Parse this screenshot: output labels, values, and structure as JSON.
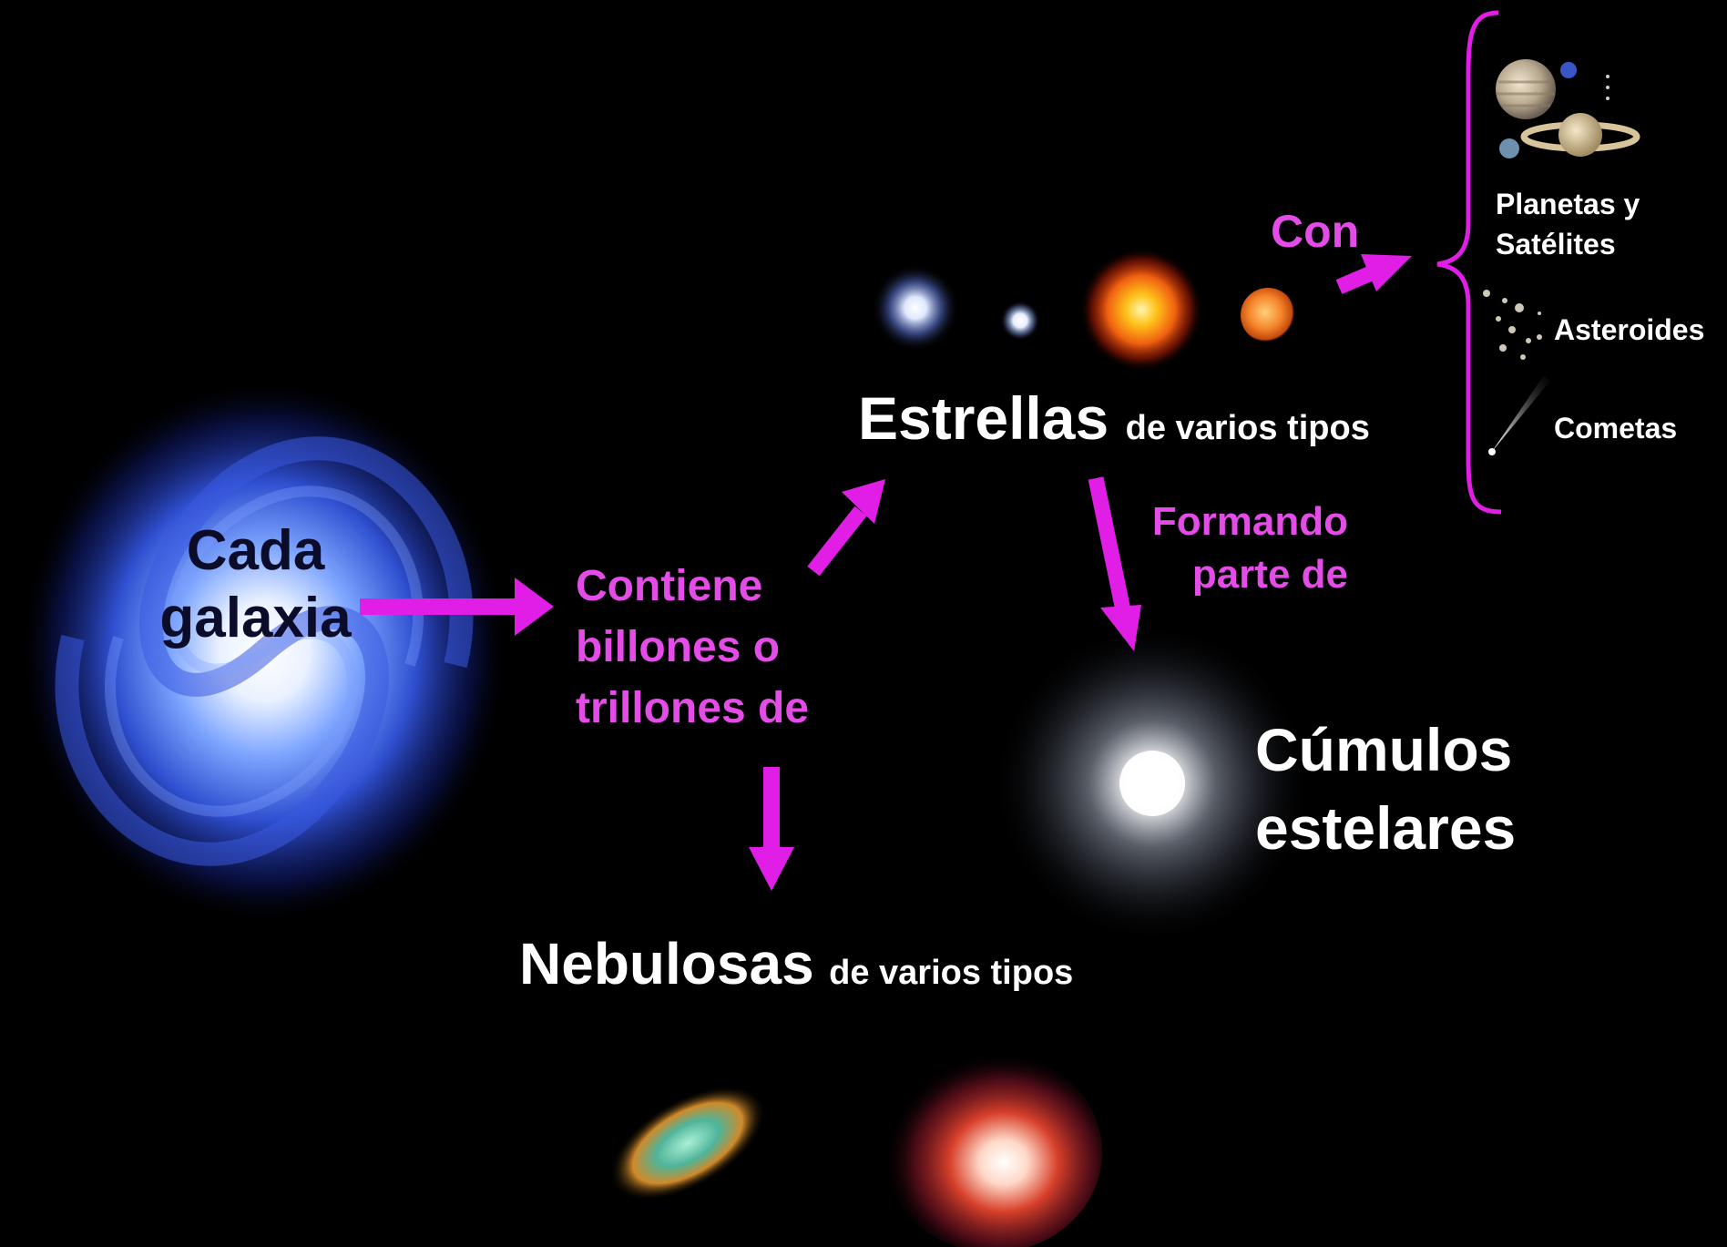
{
  "labels": {
    "cada_line1": "Cada",
    "cada_line2": "galaxia",
    "contiene_line1": "Contiene",
    "contiene_line2": "billones o",
    "contiene_line3": "trillones de",
    "estrellas_main": "Estrellas",
    "estrellas_sub": "de varios tipos",
    "con": "Con",
    "planetas_line1": "Planetas y",
    "planetas_line2": "Satélites",
    "asteroides": "Asteroides",
    "cometas": "Cometas",
    "formando_line1": "Formando",
    "formando_line2": "parte de",
    "cumulos_line1": "Cúmulos",
    "cumulos_line2": "estelares",
    "nebulosas_main": "Nebulosas",
    "nebulosas_sub": "de varios tipos"
  },
  "colors": {
    "background": "#000000",
    "arrow": "#e01ee6",
    "connector_text": "#e34ce6",
    "main_text": "#ffffff",
    "galaxy_text": "#0b0b2a"
  },
  "icons": [
    "galaxy-image",
    "star-image",
    "planets-image",
    "asteroids-image",
    "comet-image",
    "star-cluster-image",
    "nebula-image"
  ]
}
